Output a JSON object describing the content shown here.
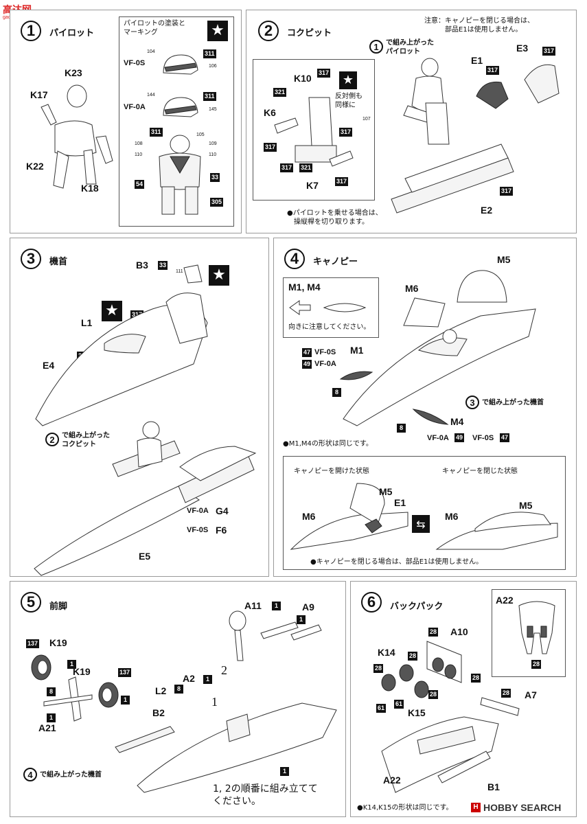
{
  "watermark": {
    "chars": "高达网",
    "url": "gao.gundam.com"
  },
  "footer": {
    "brand": "HOBBY SEARCH",
    "brand_mark": "H"
  },
  "step1": {
    "num": "1",
    "title": "パイロット",
    "parts": {
      "k23": "K23",
      "k17": "K17",
      "k22": "K22",
      "k18": "K18"
    },
    "paint_title": "パイロットの塗装と\nマーキング",
    "vf0s": "VF-0S",
    "vf0a": "VF-0A",
    "codes": {
      "c311": "311",
      "c33": "33",
      "c54": "54",
      "c305": "305"
    },
    "decals": {
      "d104": "104",
      "d106": "106",
      "d144": "144",
      "d145": "145",
      "d105": "105",
      "d108": "108",
      "d109": "109",
      "d110": "110"
    }
  },
  "step2": {
    "num": "2",
    "title": "コクピット",
    "ref_num": "1",
    "ref_text": "で組み上がった\nパイロット",
    "note_canopy": "注意：キャノピーを閉じる場合は、\n　　　部品E1は使用しません。",
    "parts": {
      "k10": "K10",
      "k6": "K6",
      "k7": "K7",
      "e1": "E1",
      "e3": "E3",
      "e2": "E2"
    },
    "codes": {
      "c317": "317",
      "c321": "321"
    },
    "note_other_side": "反対側も\n同様に",
    "decal_107": "107",
    "note_pilot": "●パイロットを乗せる場合は、\n　操縦桿を切り取ります。"
  },
  "step3": {
    "num": "3",
    "title": "機首",
    "parts": {
      "b3": "B3",
      "l1": "L1",
      "e4": "E4",
      "e5": "E5",
      "g4": "G4",
      "f6": "F6"
    },
    "codes": {
      "c33": "33",
      "c317": "317"
    },
    "decals": {
      "d111": "111",
      "d112": "112"
    },
    "ref_num": "2",
    "ref_text": "で組み上がった\nコクピット",
    "vf0a": "VF-0A",
    "vf0s": "VF-0S"
  },
  "step4": {
    "num": "4",
    "title": "キャノピー",
    "box_parts": "M1, M4",
    "box_note": "向きに注意してください。",
    "parts": {
      "m5": "M5",
      "m6": "M6",
      "m1": "M1",
      "m4": "M4",
      "e1": "E1"
    },
    "codes": {
      "c47": "47",
      "c49": "49",
      "c8": "8"
    },
    "vf0s": "VF-0S",
    "vf0a": "VF-0A",
    "ref_num": "3",
    "ref_text": "で組み上がった機首",
    "note_same_shape": "●M1,M4の形状は同じです。",
    "open_label": "キャノピーを開けた状態",
    "closed_label": "キャノピーを閉じた状態",
    "note_close": "●キャノピーを閉じる場合は、部品E1は使用しません。"
  },
  "step5": {
    "num": "5",
    "title": "前脚",
    "parts": {
      "k19": "K19",
      "a21": "A21",
      "a11": "A11",
      "a9": "A9",
      "a2": "A2",
      "l2": "L2",
      "b2": "B2"
    },
    "codes": {
      "c137": "137",
      "c1": "1",
      "c8": "8"
    },
    "step_marks": {
      "one": "1",
      "two": "2"
    },
    "ref_num": "4",
    "ref_text": "で組み上がった機首",
    "note_order": "1, 2の順番に組み立てて\nください。"
  },
  "step6": {
    "num": "6",
    "title": "バックパック",
    "parts": {
      "a22": "A22",
      "a10": "A10",
      "k14": "K14",
      "k15": "K15",
      "a7": "A7",
      "b1": "B1"
    },
    "codes": {
      "c28": "28",
      "c61": "61"
    },
    "note_same": "●K14,K15の形状は同じです。"
  }
}
